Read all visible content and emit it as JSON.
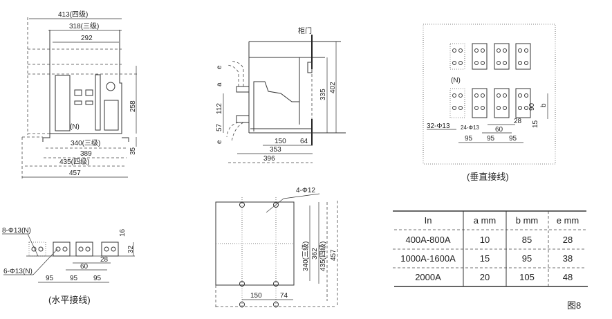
{
  "figure_label": "图8",
  "front_view": {
    "dims": {
      "w413": "413(四级)",
      "w318": "318(三级)",
      "w292": "292",
      "h258": "258",
      "h35": "35",
      "w340": "340(三级)",
      "w389": "389",
      "w435": "435(四级)",
      "w457": "457"
    },
    "neutral_label": "(N)"
  },
  "side_view": {
    "door_label": "柜门",
    "dims": {
      "a": "a",
      "e": "e",
      "h112": "112",
      "h57": "57",
      "h335": "335",
      "h402": "402",
      "w150": "150",
      "w64": "64",
      "w353": "353",
      "w396": "396"
    }
  },
  "vertical_wiring": {
    "caption": "(垂直接线)",
    "neutral_label": "(N)",
    "holes_a": "32-Φ13",
    "holes_b": "24-Φ13",
    "dims": {
      "p1": "95",
      "p2": "95",
      "p3": "95",
      "w60": "60",
      "w28": "28",
      "h90": "90",
      "b": "b",
      "h15": "15"
    }
  },
  "horizontal_wiring": {
    "caption": "(水平接线)",
    "holes_a": "8-Φ13(N)",
    "holes_b": "6-Φ13(N)",
    "dims": {
      "p1": "95",
      "p2": "95",
      "p3": "95",
      "w60": "60",
      "w28": "28",
      "h16": "16",
      "h32": "32"
    }
  },
  "mounting_view": {
    "holes": "4-Φ12",
    "dims": {
      "w150": "150",
      "w74": "74",
      "h340": "340(三级)",
      "h362": "362",
      "h435": "435(四级)",
      "h457": "457"
    }
  },
  "table": {
    "headers": [
      "In",
      "a  mm",
      "b  mm",
      "e  mm"
    ],
    "rows": [
      [
        "400A-800A",
        "10",
        "85",
        "28"
      ],
      [
        "1000A-1600A",
        "15",
        "95",
        "38"
      ],
      [
        "2000A",
        "20",
        "105",
        "48"
      ]
    ]
  }
}
